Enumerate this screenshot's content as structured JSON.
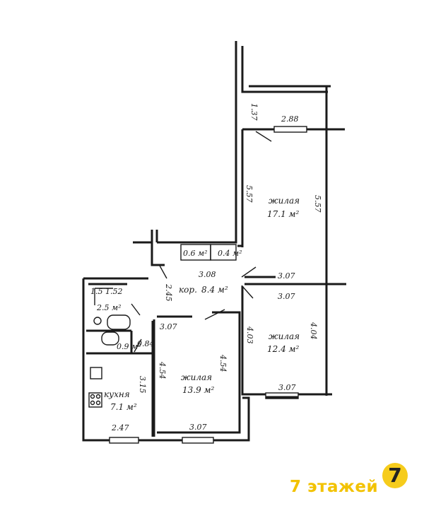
{
  "rooms": {
    "living1": {
      "name": "жилая",
      "area": "17.1 м²"
    },
    "living2": {
      "name": "жилая",
      "area": "12.4 м²"
    },
    "living3": {
      "name": "жилая",
      "area": "13.9 м²"
    },
    "corridor": {
      "name": "кор.",
      "area": "8.4 м²"
    },
    "bath": {
      "area": "2.5 м²"
    },
    "toilet": {
      "area": "0.9 м²"
    },
    "kitchen": {
      "name": "кухня",
      "area": "7.1 м²"
    },
    "closet1": {
      "area": "0.6 м²"
    },
    "closet2": {
      "area": "0.4 м²"
    }
  },
  "dims": {
    "balcony_side": "1.37",
    "balcony_width": "2.88",
    "living1_left": "5.57",
    "living1_right": "5.57",
    "corridor_width": "3.08",
    "corridor_height": "2.45",
    "living1_bottom": "3.07",
    "living2_top": "3.07",
    "living2_left": "4.03",
    "living2_right": "4.04",
    "living2_bottom": "3.07",
    "living3_top": "3.07",
    "living3_left": "4.54",
    "living3_right": "4.54",
    "living3_bottom": "3.07",
    "bath_dims": "1.5 1.52",
    "toilet_width": "0.84",
    "kitchen_height": "3.15",
    "kitchen_bottom": "2.47"
  },
  "logo": {
    "text": "7 этажей",
    "badge": "7",
    "color": "#f2c200"
  }
}
